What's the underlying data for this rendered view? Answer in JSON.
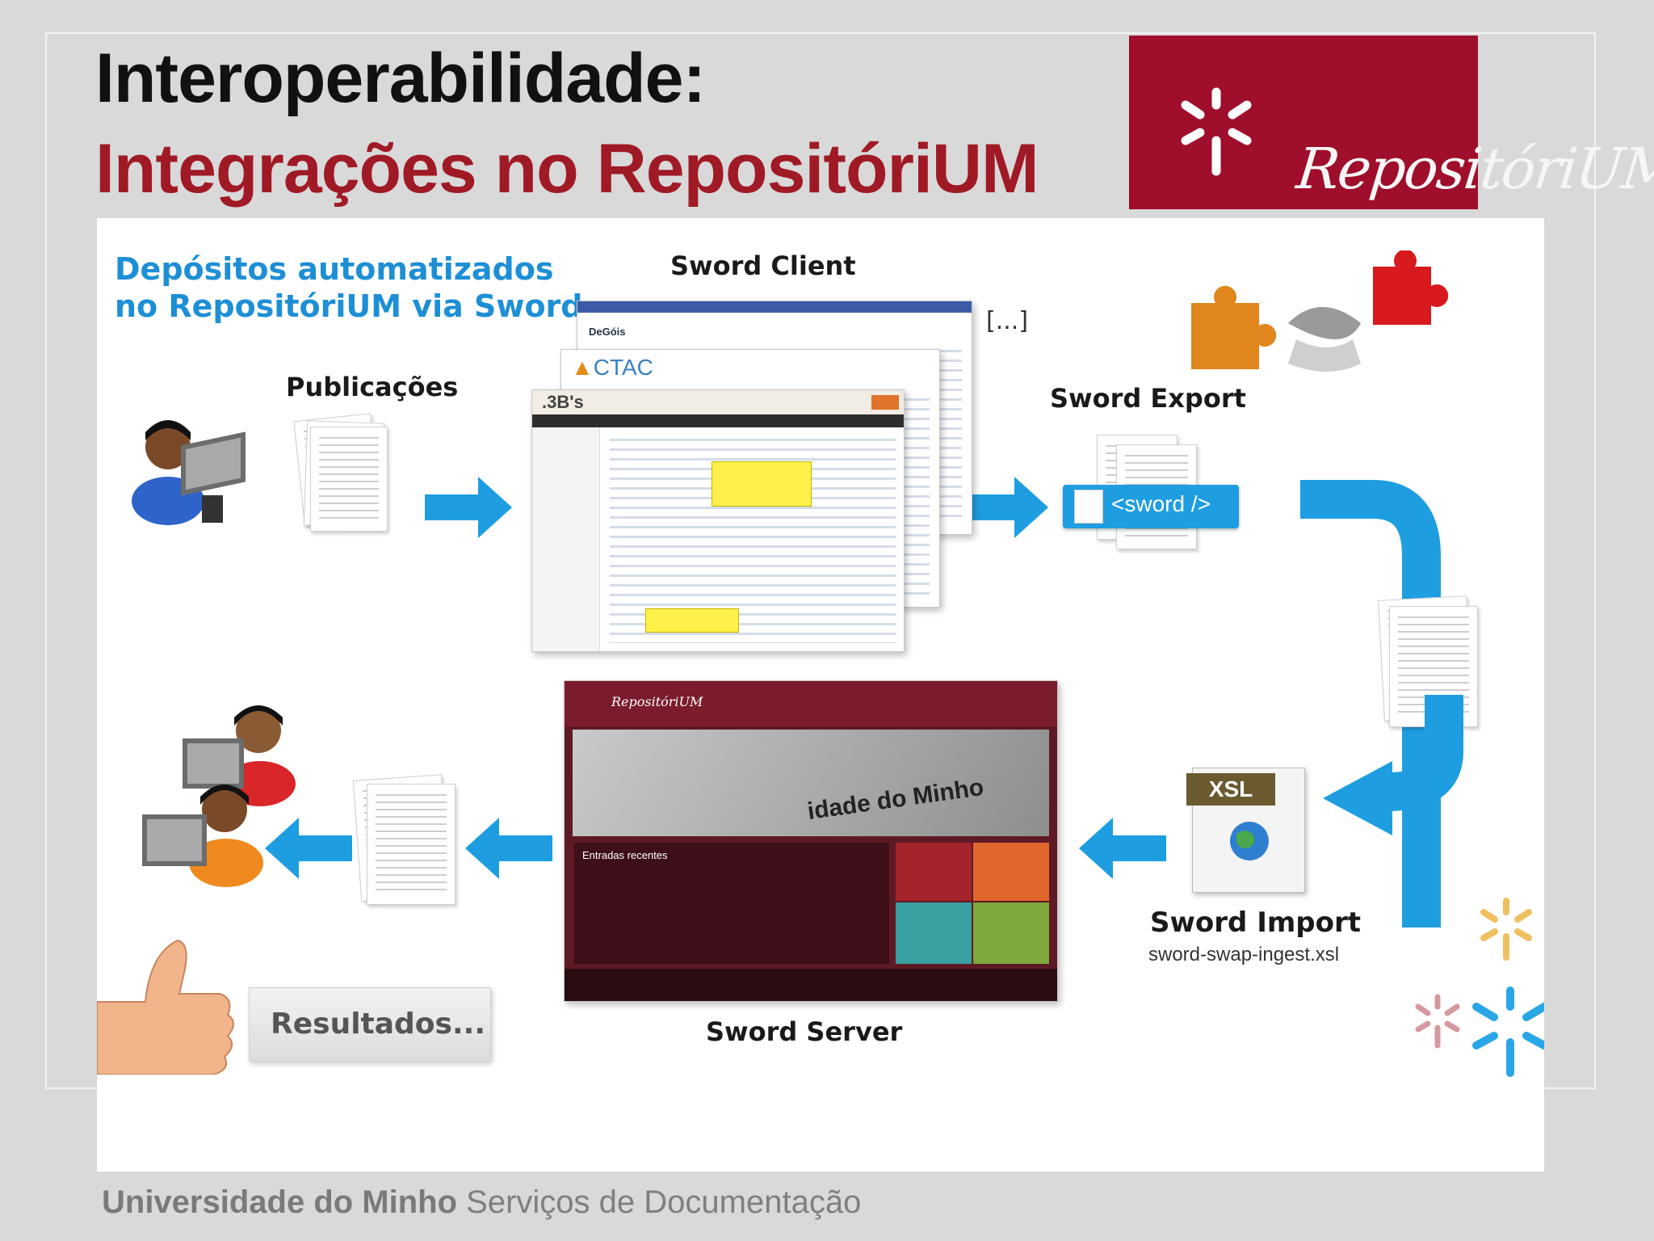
{
  "header": {
    "title_line1": "Interoperabilidade:",
    "title_line2": "Integrações no RepositóriUM",
    "logo_text": "RepositóriUM"
  },
  "diagram": {
    "heading_line1": "Depósitos automatizados",
    "heading_line2": "no RepositóriUM via Sword",
    "publicacoes": "Publicações",
    "sword_client": "Sword Client",
    "ellipsis": "[...]",
    "sword_export": "Sword Export",
    "sword_tag": "<sword />",
    "xsl_badge": "XSL",
    "sword_import": "Sword Import",
    "sword_import_file": "sword-swap-ingest.xsl",
    "sword_server": "Sword Server",
    "resultados": "Resultados...",
    "client_shots": [
      "DeGóis",
      "CTAC",
      ".3B's"
    ],
    "server_shot": {
      "brand": "RepositóriUM",
      "banner_text": "idade do Minho",
      "recent_label": "Entradas recentes"
    }
  },
  "footer": {
    "institution": "Universidade do Minho",
    "service": "Serviços de Documentação"
  },
  "colors": {
    "brand_red": "#9f0e2b",
    "title_red": "#a01a26",
    "arrow_blue": "#1e9ee0",
    "heading_blue": "#1d8fd6"
  }
}
